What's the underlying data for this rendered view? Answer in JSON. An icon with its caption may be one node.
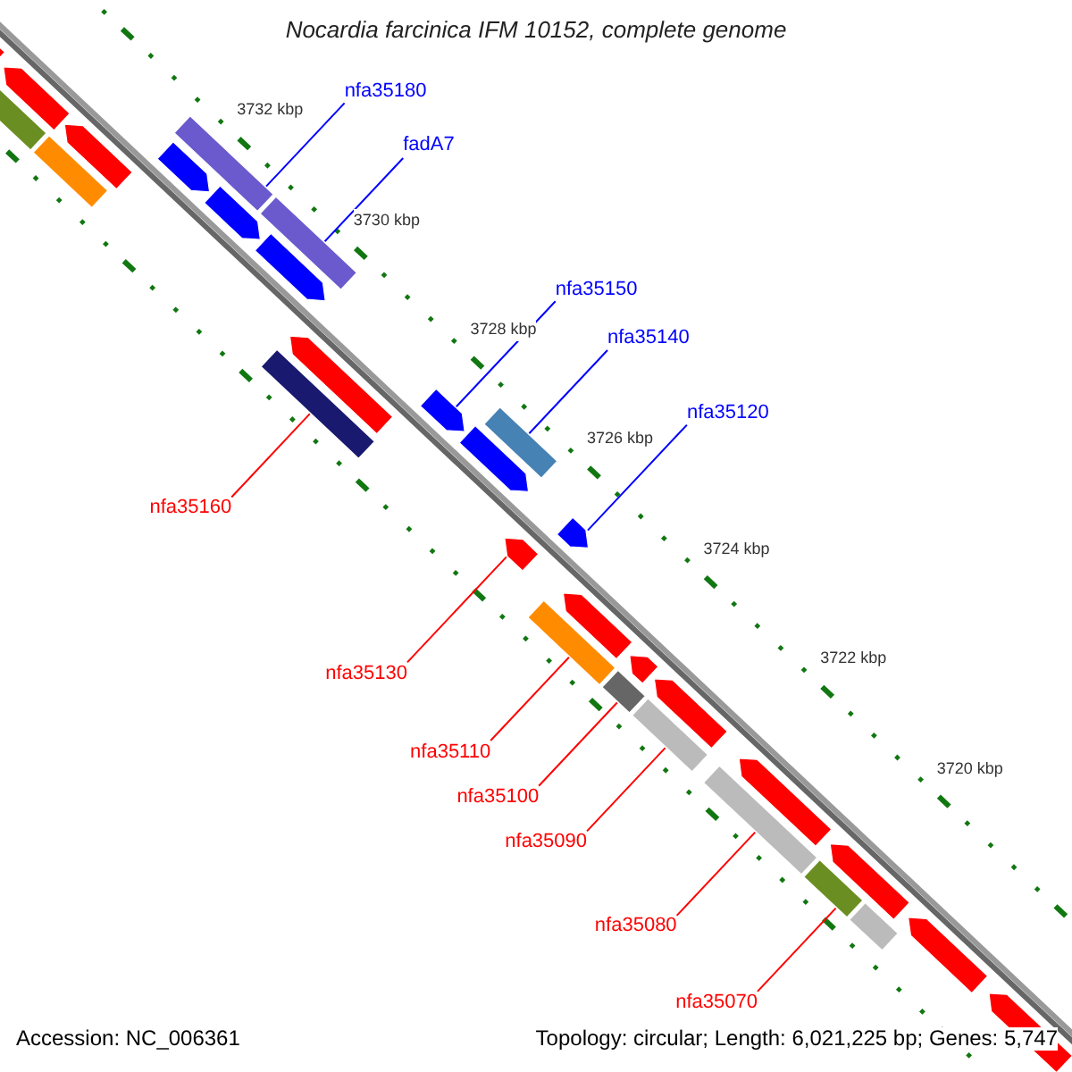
{
  "diagram": {
    "title": "Nocardia farcinica IFM 10152, complete genome",
    "nodes": [
      {
        "text": [
          "nfa35180"
        ]
      },
      {
        "text": [
          "fadA7"
        ]
      },
      {
        "text": [
          "nfa35150"
        ]
      },
      {
        "text": [
          "nfa35140"
        ]
      },
      {
        "text": [
          "nfa35120"
        ]
      },
      {
        "text": [
          "nfa35160"
        ]
      },
      {
        "text": [
          "nfa35130"
        ]
      },
      {
        "text": [
          "nfa35110"
        ]
      },
      {
        "text": [
          "nfa35100"
        ]
      },
      {
        "text": [
          "nfa35090"
        ]
      },
      {
        "text": [
          "nfa35080"
        ]
      },
      {
        "text": [
          "nfa35070"
        ]
      },
      {
        "text": [],
        "shape": "bar"
      },
      {
        "text": [],
        "shape": "bar"
      },
      {
        "text": [],
        "shape": "bar"
      },
      {
        "text": [],
        "shape": "bar"
      },
      {
        "text": [],
        "shape": "bar"
      },
      {
        "text": [],
        "shape": "bar"
      },
      {
        "text": [],
        "shape": "bar"
      },
      {
        "text": [],
        "shape": "bar"
      },
      {
        "text": [],
        "shape": "bar"
      },
      {
        "text": [],
        "shape": "bar"
      },
      {
        "text": [],
        "shape": "bar"
      },
      {
        "text": [],
        "shape": "bar"
      }
    ],
    "edges": [
      {
        "from": 0,
        "to": 12,
        "arrow": "none",
        "color": "#0000ff"
      },
      {
        "from": 1,
        "to": 13,
        "arrow": "none",
        "color": "#0000ff"
      },
      {
        "from": 2,
        "to": 14,
        "arrow": "none",
        "color": "#0000ff"
      },
      {
        "from": 3,
        "to": 15,
        "arrow": "none",
        "color": "#0000ff"
      },
      {
        "from": 4,
        "to": 16,
        "arrow": "none",
        "color": "#0000ff"
      },
      {
        "from": 5,
        "to": 17,
        "arrow": "none"
      },
      {
        "from": 6,
        "to": 18,
        "arrow": "none"
      },
      {
        "from": 7,
        "to": 19,
        "arrow": "none"
      },
      {
        "from": 8,
        "to": 20,
        "arrow": "none"
      },
      {
        "from": 9,
        "to": 21,
        "arrow": "none"
      },
      {
        "from": 10,
        "to": 22,
        "arrow": "none"
      },
      {
        "from": 11,
        "to": 23,
        "arrow": "none"
      }
    ],
    "labels": [
      "3732 kbp",
      "3730 kbp",
      "3728 kbp",
      "3726 kbp",
      "3724 kbp",
      "3722 kbp",
      "3720 kbp",
      "Accession: NC_006361",
      "Topology: circular; Length: 6,021,225 bp; Genes: 5,747"
    ]
  }
}
